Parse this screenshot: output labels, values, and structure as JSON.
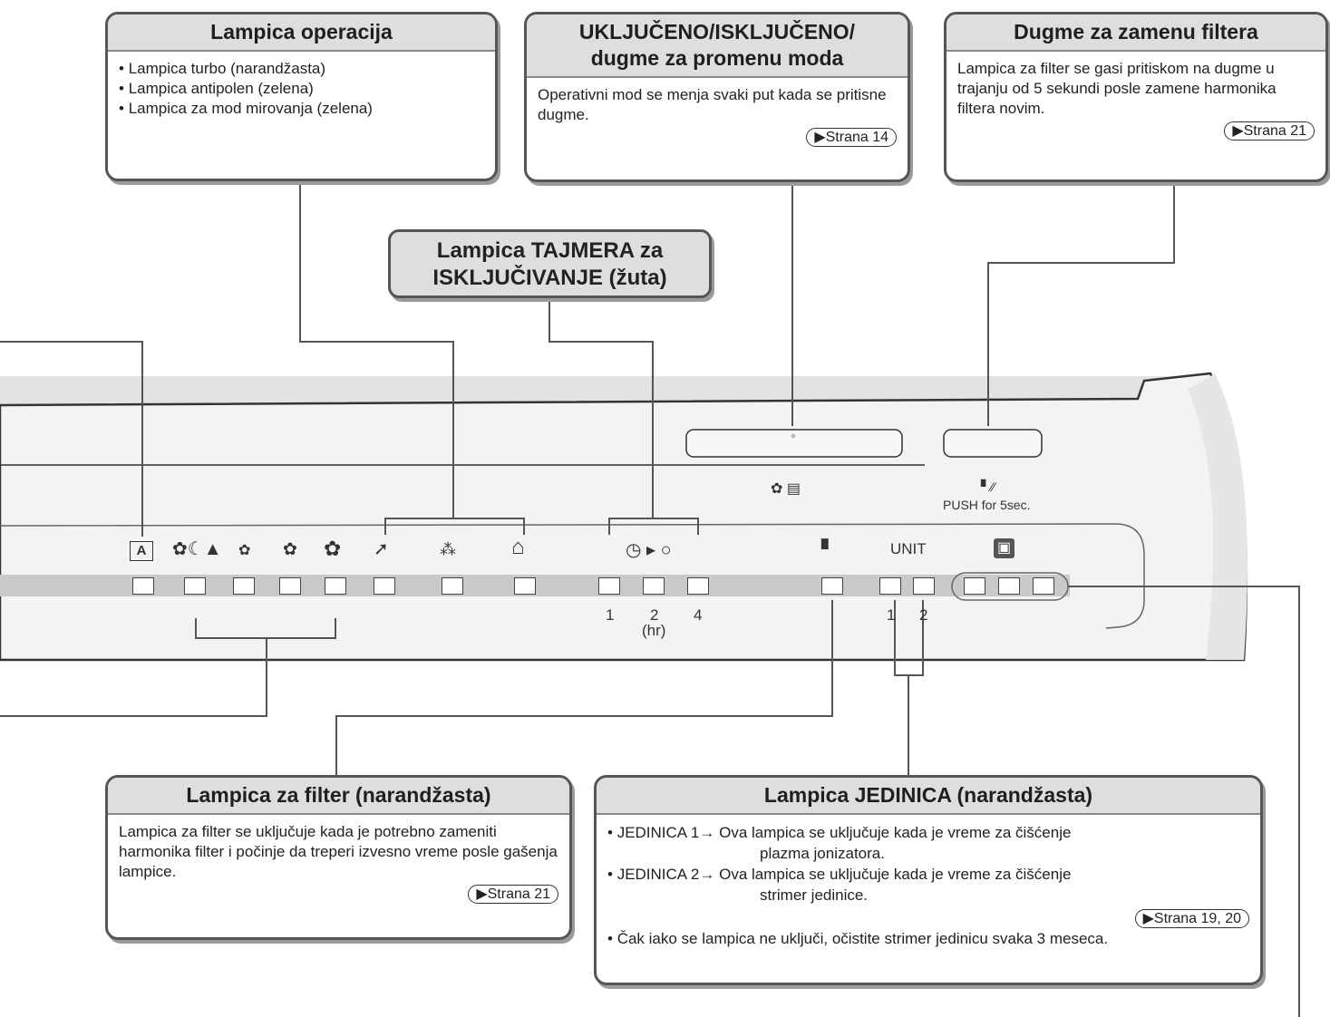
{
  "callouts": {
    "operation": {
      "title": "Lampica operacija",
      "items": [
        "Lampica turbo (narandžasta)",
        "Lampica antipolen (zelena)",
        "Lampica za mod mirovanja (zelena)"
      ]
    },
    "onoff": {
      "title_line1": "UKLJUČENO/ISKLJUČENO/",
      "title_line2": "dugme za promenu moda",
      "text": "Operativni mod se menja svaki put kada se pritisne dugme.",
      "ref": "▶Strana 14"
    },
    "filter_button": {
      "title": "Dugme za zamenu filtera",
      "text": "Lampica za filter se gasi pritiskom na dugme u trajanju od 5 sekundi posle zamene harmonika filtera novim.",
      "ref": "▶Strana 21"
    },
    "timer": {
      "line1": "Lampica TAJMERA za",
      "line2": "ISKLJUČIVANJE (žuta)"
    },
    "filter_lamp": {
      "title": "Lampica za filter (narandžasta)",
      "text": "Lampica za filter se uključuje kada je potrebno zameniti harmonika filter i počinje da treperi izvesno vreme posle gašenja lampice.",
      "ref": "▶Strana 21"
    },
    "unit_lamp": {
      "title": "Lampica JEDINICA (narandžasta)",
      "unit1_a": "JEDINICA 1→ Ova lampica se uključuje kada je vreme za čišćenje",
      "unit1_b": "plazma jonizatora.",
      "unit2_a": "JEDINICA 2→ Ova lampica se uključuje kada je vreme za čišćenje",
      "unit2_b": "strimer jedinice.",
      "ref": "▶Strana 19, 20",
      "note": "Čak iako se lampica ne uključi, očistite strimer jedinicu svaka 3 meseca."
    }
  },
  "panel": {
    "push_label": "PUSH for 5sec.",
    "unit_label": "UNIT",
    "timer_nums": [
      "1",
      "2",
      "4"
    ],
    "timer_unit": "(hr)",
    "unit_nums": [
      "1",
      "2"
    ]
  }
}
